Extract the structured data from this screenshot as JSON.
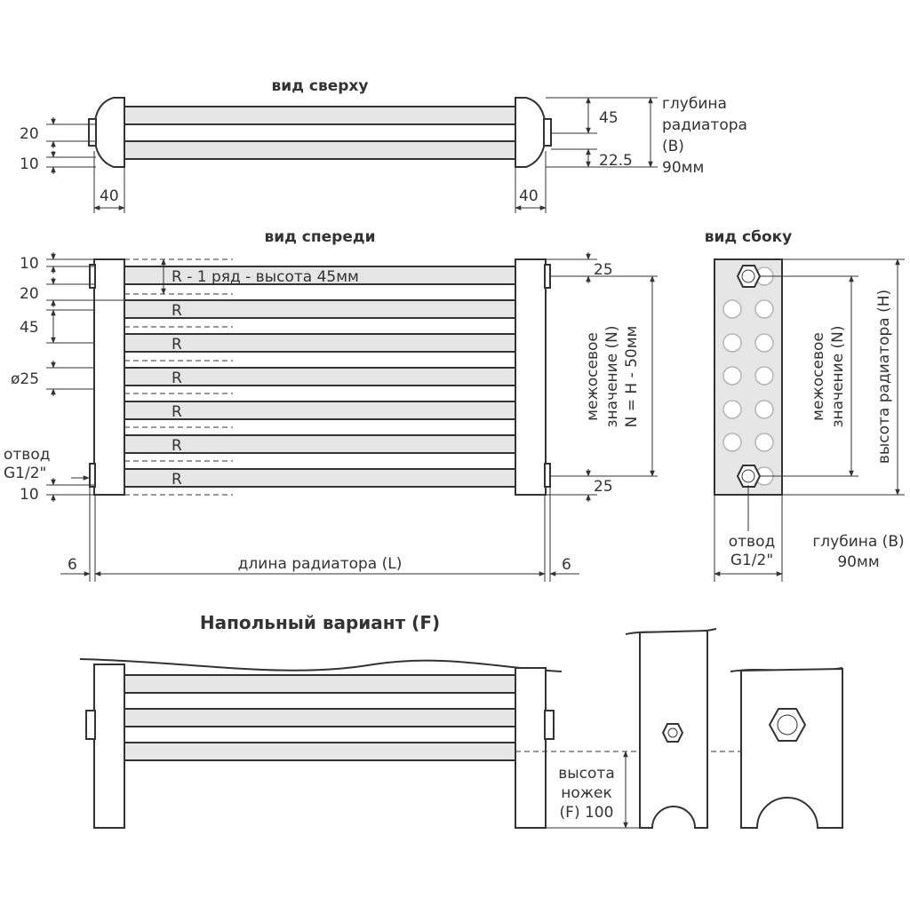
{
  "top_view": {
    "title": "вид сверху",
    "dim_20": "20",
    "dim_10": "10",
    "dim_40_left": "40",
    "dim_40_right": "40",
    "dim_45": "45",
    "dim_22_5": "22.5",
    "depth_label_1": "глубина",
    "depth_label_2": "радиатора",
    "depth_label_3": "(B)",
    "depth_label_4": "90мм"
  },
  "front_view": {
    "title": "вид спереди",
    "dim_10_top": "10",
    "dim_20": "20",
    "dim_45": "45",
    "dim_d25": "ø25",
    "outlet_1": "отвод",
    "outlet_2": "G1/2\"",
    "dim_10_bottom": "10",
    "row_note": "R - 1 ряд - высота 45мм",
    "row_marks": [
      "R",
      "R",
      "R",
      "R",
      "R",
      "R"
    ],
    "dim_25_top": "25",
    "dim_25_bottom": "25",
    "axis_label_1": "межосевое",
    "axis_label_2": "значение (N)",
    "axis_label_3": "N = H - 50мм",
    "dim_6_left": "6",
    "dim_6_right": "6",
    "length_label": "длина радиатора (L)"
  },
  "side_view": {
    "title": "вид сбоку",
    "axis_label_1": "межосевое",
    "axis_label_2": "значение (N)",
    "height_label": "высота радиатора  (H)",
    "outlet_1": "отвод",
    "outlet_2": "G1/2\"",
    "depth_1": "глубина (B)",
    "depth_2": "90мм"
  },
  "floor_variant": {
    "title": "Напольный вариант (F)",
    "leg_label_1": "высота",
    "leg_label_2": "ножек",
    "leg_label_3": "(F) 100"
  }
}
